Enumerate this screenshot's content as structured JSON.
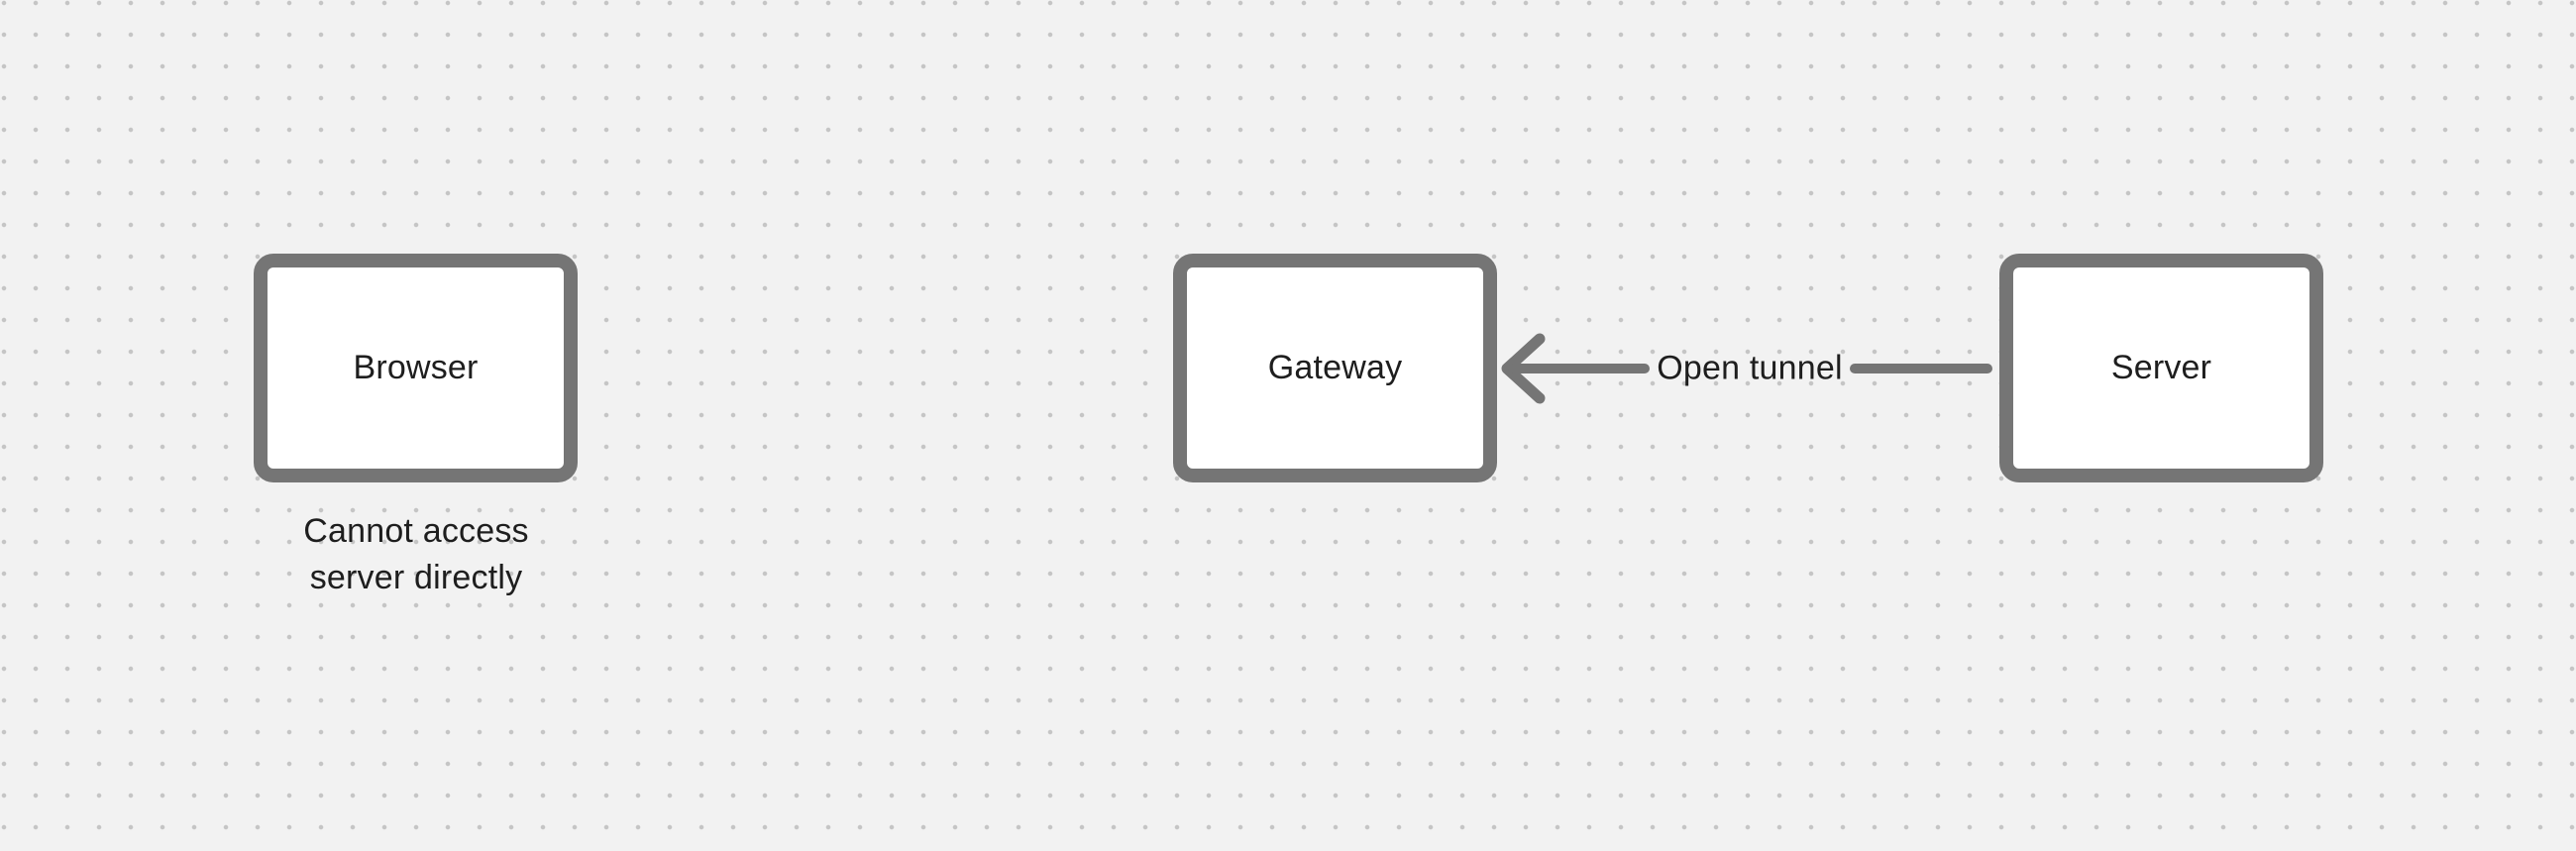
{
  "colors": {
    "canvas_background": "#f2f2f2",
    "grid_dot": "#c5c5c5",
    "node_border": "#757575",
    "node_fill": "#ffffff",
    "arrow": "#757575",
    "text": "#1e1e1e"
  },
  "nodes": [
    {
      "id": "browser",
      "label": "Browser"
    },
    {
      "id": "gateway",
      "label": "Gateway"
    },
    {
      "id": "server",
      "label": "Server"
    }
  ],
  "edge": {
    "from": "Server",
    "to": "Gateway",
    "label": "Open tunnel"
  },
  "note": {
    "line1": "Cannot access",
    "line2": "server directly"
  }
}
